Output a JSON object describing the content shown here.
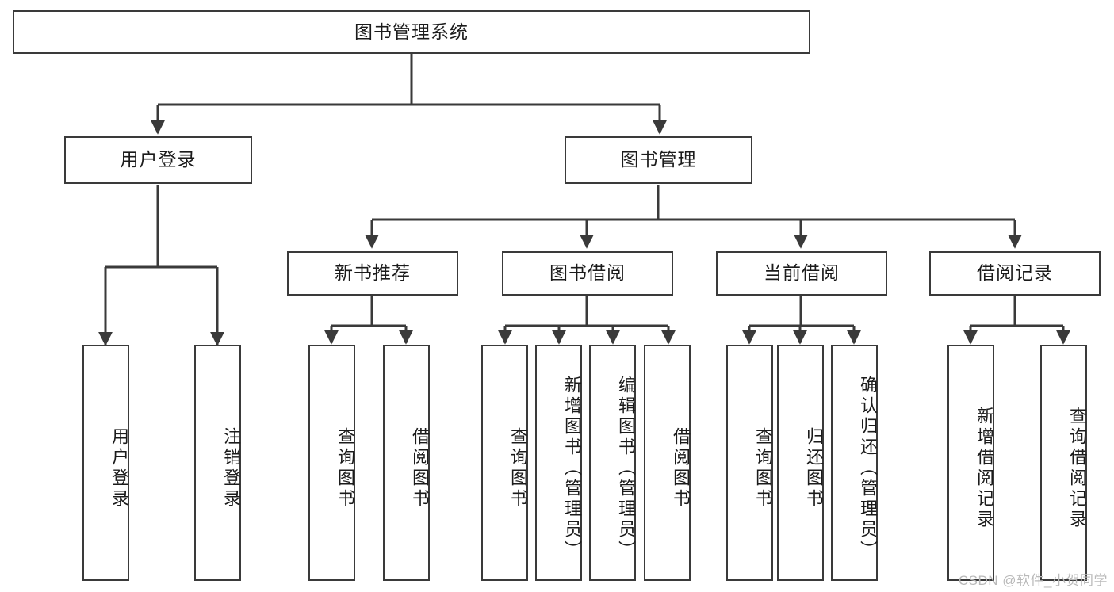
{
  "diagram": {
    "title": "图书管理系统",
    "type": "tree-hierarchy-chart",
    "colors": {
      "border": "#3a3a3a",
      "background": "#ffffff",
      "text": "#1b1b1b",
      "watermark": "#b9b9b9"
    },
    "root": {
      "label": "图书管理系统"
    },
    "level1": [
      {
        "label": "用户登录"
      },
      {
        "label": "图书管理"
      }
    ],
    "level2": [
      {
        "label": "新书推荐"
      },
      {
        "label": "图书借阅"
      },
      {
        "label": "当前借阅"
      },
      {
        "label": "借阅记录"
      }
    ],
    "leaves": {
      "user_login": [
        {
          "label": "用户登录"
        },
        {
          "label": "注销登录"
        }
      ],
      "new_book_recommend": [
        {
          "label": "查询图书"
        },
        {
          "label": "借阅图书"
        }
      ],
      "book_borrow": [
        {
          "label": "查询图书"
        },
        {
          "label": "新增图书（管理员）"
        },
        {
          "label": "编辑图书（管理员）"
        },
        {
          "label": "借阅图书"
        }
      ],
      "current_borrow": [
        {
          "label": "查询图书"
        },
        {
          "label": "归还图书"
        },
        {
          "label": "确认归还（管理员）"
        }
      ],
      "borrow_record": [
        {
          "label": "新增借阅记录"
        },
        {
          "label": "查询借阅记录"
        }
      ]
    }
  },
  "watermark": {
    "text": "CSDN @软件_小贺同学"
  }
}
